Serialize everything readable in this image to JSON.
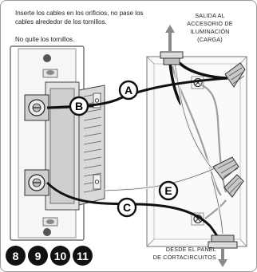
{
  "instructions": {
    "line1": "Inserte los cables en los orificios, no pase los cables alrededor de los tornillos.",
    "line2": "No quite los tornillos."
  },
  "label_top": [
    "SALIDA AL",
    "ACCESORIO DE",
    "ILUMINACIÓN",
    "(CARGA)"
  ],
  "label_bottom": [
    "DESDE EL PANEL",
    "DE CORTACIRCUITOS"
  ],
  "callouts": {
    "a": "A",
    "b": "B",
    "c": "C",
    "e": "E"
  },
  "steps": [
    "8",
    "9",
    "10",
    "11"
  ],
  "colors": {
    "wire_black": "#111111",
    "wire_white": "#f4f4f4",
    "wire_ground": "#b0b0b0",
    "wire_nut": "#c8c8c8",
    "box_outline": "#8a8a8a"
  }
}
